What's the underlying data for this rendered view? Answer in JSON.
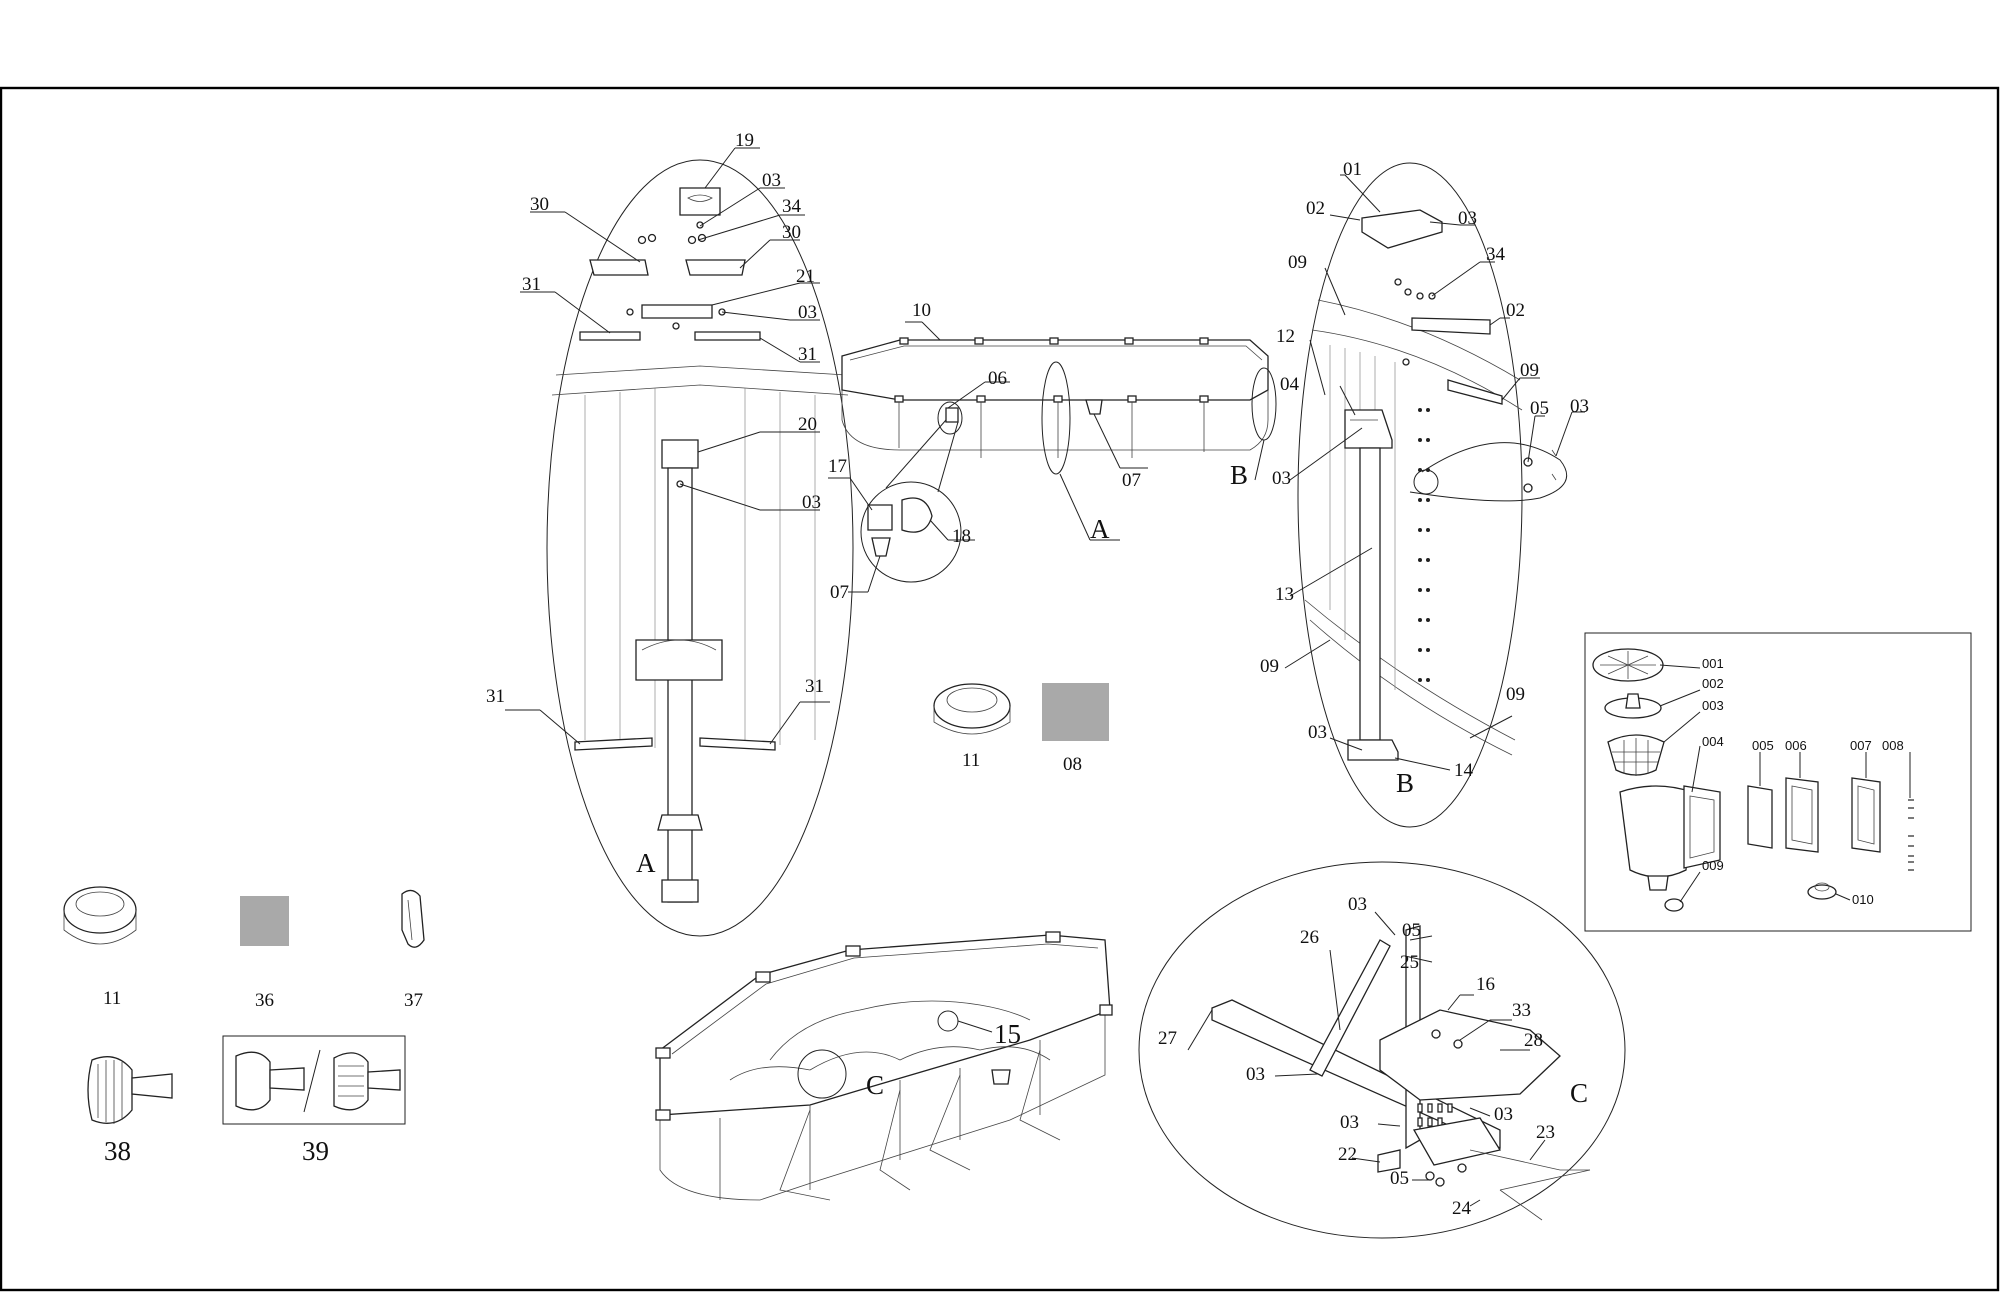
{
  "colors": {
    "line": "#222222",
    "swatch_grey": "#a9a9a9",
    "frame": "#000000",
    "background": "#ffffff"
  },
  "detail_a": {
    "letter": "A",
    "labels": [
      {
        "id": "a19",
        "text": "19"
      },
      {
        "id": "a03a",
        "text": "03"
      },
      {
        "id": "a30a",
        "text": "30"
      },
      {
        "id": "a34",
        "text": "34"
      },
      {
        "id": "a30b",
        "text": "30"
      },
      {
        "id": "a31a",
        "text": "31"
      },
      {
        "id": "a21",
        "text": "21"
      },
      {
        "id": "a03b",
        "text": "03"
      },
      {
        "id": "a31b",
        "text": "31"
      },
      {
        "id": "a20",
        "text": "20"
      },
      {
        "id": "a03c",
        "text": "03"
      },
      {
        "id": "a31c",
        "text": "31"
      },
      {
        "id": "a31d",
        "text": "31"
      }
    ]
  },
  "pool_top": {
    "labels": [
      {
        "id": "p10",
        "text": "10"
      },
      {
        "id": "p06",
        "text": "06"
      },
      {
        "id": "p07a",
        "text": "07"
      },
      {
        "id": "p17",
        "text": "17"
      },
      {
        "id": "p18",
        "text": "18"
      },
      {
        "id": "p07b",
        "text": "07"
      },
      {
        "id": "pA",
        "text": "A"
      },
      {
        "id": "pB",
        "text": "B"
      }
    ]
  },
  "detail_b": {
    "letter": "B",
    "labels": [
      {
        "id": "b01",
        "text": "01"
      },
      {
        "id": "b02a",
        "text": "02"
      },
      {
        "id": "b03a",
        "text": "03"
      },
      {
        "id": "b09a",
        "text": "09"
      },
      {
        "id": "b34",
        "text": "34"
      },
      {
        "id": "b02b",
        "text": "02"
      },
      {
        "id": "b12",
        "text": "12"
      },
      {
        "id": "b09b",
        "text": "09"
      },
      {
        "id": "b04",
        "text": "04"
      },
      {
        "id": "b05",
        "text": "05"
      },
      {
        "id": "b03b",
        "text": "03"
      },
      {
        "id": "b03c",
        "text": "03"
      },
      {
        "id": "b13",
        "text": "13"
      },
      {
        "id": "b09c",
        "text": "09"
      },
      {
        "id": "b09d",
        "text": "09"
      },
      {
        "id": "b03d",
        "text": "03"
      },
      {
        "id": "b14",
        "text": "14"
      }
    ]
  },
  "loose_parts": [
    {
      "id": "m11",
      "text": "11"
    },
    {
      "id": "m08",
      "text": "08"
    },
    {
      "id": "l11",
      "text": "11"
    },
    {
      "id": "l36",
      "text": "36"
    },
    {
      "id": "l37",
      "text": "37"
    },
    {
      "id": "l38",
      "text": "38"
    },
    {
      "id": "l39",
      "text": "39"
    }
  ],
  "skimmer_box": {
    "labels": [
      {
        "id": "s001",
        "text": "001"
      },
      {
        "id": "s002",
        "text": "002"
      },
      {
        "id": "s003",
        "text": "003"
      },
      {
        "id": "s004",
        "text": "004"
      },
      {
        "id": "s005",
        "text": "005"
      },
      {
        "id": "s006",
        "text": "006"
      },
      {
        "id": "s007",
        "text": "007"
      },
      {
        "id": "s008",
        "text": "008"
      },
      {
        "id": "s009",
        "text": "009"
      },
      {
        "id": "s010",
        "text": "010"
      }
    ]
  },
  "pool_bottom": {
    "labels": [
      {
        "id": "q15",
        "text": "15"
      },
      {
        "id": "qC",
        "text": "C"
      }
    ]
  },
  "detail_c": {
    "letter": "C",
    "labels": [
      {
        "id": "c03a",
        "text": "03"
      },
      {
        "id": "c05a",
        "text": "05"
      },
      {
        "id": "c26",
        "text": "26"
      },
      {
        "id": "c25",
        "text": "25"
      },
      {
        "id": "c16",
        "text": "16"
      },
      {
        "id": "c33",
        "text": "33"
      },
      {
        "id": "c27",
        "text": "27"
      },
      {
        "id": "c28",
        "text": "28"
      },
      {
        "id": "c03b",
        "text": "03"
      },
      {
        "id": "c03c",
        "text": "03"
      },
      {
        "id": "c03d",
        "text": "03"
      },
      {
        "id": "c23",
        "text": "23"
      },
      {
        "id": "c22",
        "text": "22"
      },
      {
        "id": "c05b",
        "text": "05"
      },
      {
        "id": "c24",
        "text": "24"
      }
    ]
  }
}
